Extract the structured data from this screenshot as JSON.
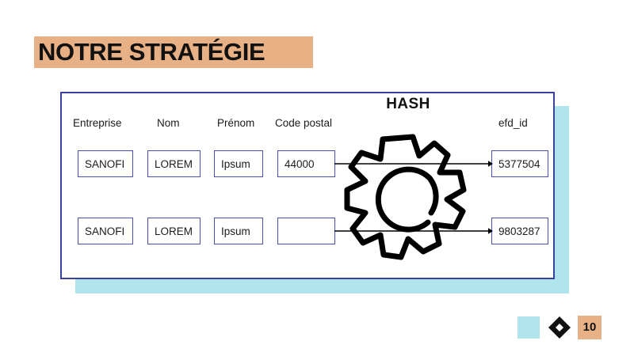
{
  "slide": {
    "title": "NOTRE STRATÉGIE",
    "page_number": "10"
  },
  "diagram": {
    "process_label": "HASH",
    "headers": {
      "entreprise": "Entreprise",
      "nom": "Nom",
      "prenom": "Prénom",
      "code_postal": "Code postal",
      "efd_id": "efd_id"
    },
    "rows": [
      {
        "entreprise": "SANOFI",
        "nom": "LOREM",
        "prenom": "Ipsum",
        "code_postal": "44000",
        "efd_id": "5377504"
      },
      {
        "entreprise": "SANOFI",
        "nom": "LOREM",
        "prenom": "Ipsum",
        "code_postal": "",
        "efd_id": "9803287"
      }
    ]
  },
  "colors": {
    "title_highlight": "#e8b185",
    "panel_border": "#3b3fa0",
    "panel_shadow": "#b0e4ec",
    "cell_border": "#4a4fb5",
    "ink": "#111111"
  },
  "icons": {
    "gear": "gear-icon",
    "diamond": "diamond-icon",
    "arrow": "arrow-right-icon"
  }
}
